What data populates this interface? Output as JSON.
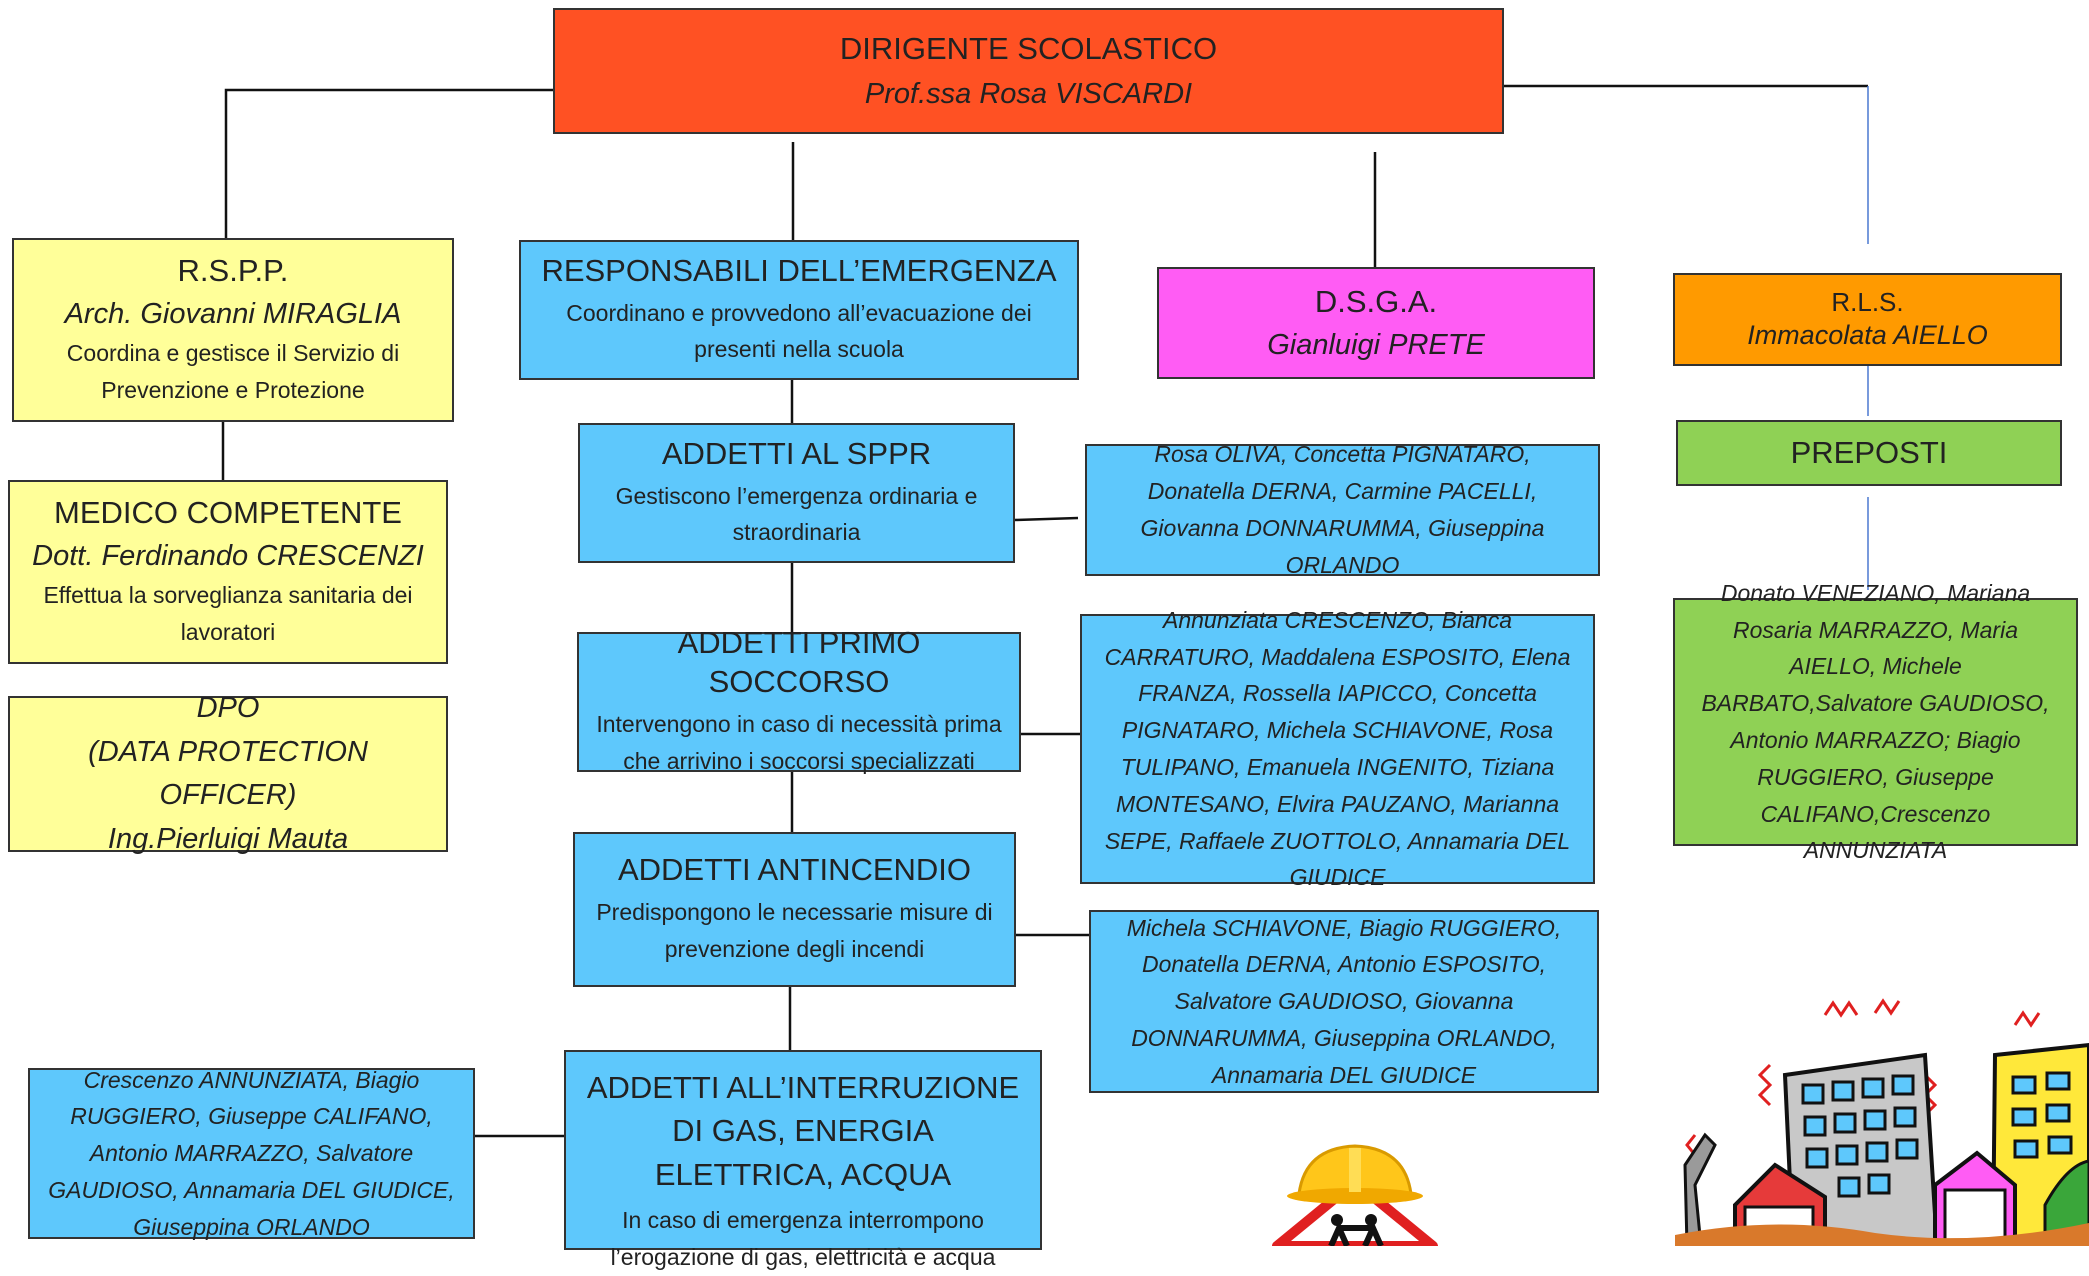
{
  "dirigente": {
    "title": "DIRIGENTE SCOLASTICO",
    "name": "Prof.ssa Rosa VISCARDI"
  },
  "rspp": {
    "title": "R.S.P.P.",
    "name": "Arch. Giovanni MIRAGLIA",
    "desc": "Coordina e gestisce il Servizio di Prevenzione e Protezione"
  },
  "medico": {
    "title": "MEDICO COMPETENTE",
    "name": "Dott. Ferdinando CRESCENZI",
    "desc": "Effettua la sorveglianza sanitaria dei lavoratori"
  },
  "dpo": {
    "line1": "DPO",
    "line2": "(DATA PROTECTION OFFICER)",
    "line3": "Ing.Pierluigi Mauta"
  },
  "emergenza": {
    "title": "RESPONSABILI DELL’EMERGENZA",
    "desc": "Coordinano e provvedono all’evacuazione dei presenti nella scuola"
  },
  "dsga": {
    "title": "D.S.G.A.",
    "name": "Gianluigi PRETE"
  },
  "rls": {
    "title": "R.L.S.",
    "name": "Immacolata AIELLO"
  },
  "preposti": {
    "title": "PREPOSTI",
    "names": "Donato VENEZIANO, Mariana Rosaria MARRAZZO, Maria AIELLO, Michele BARBATO,Salvatore GAUDIOSO, Antonio MARRAZZO; Biagio RUGGIERO, Giuseppe CALIFANO,Crescenzo ANNUNZIATA"
  },
  "sppr": {
    "title": "ADDETTI AL SPPR",
    "desc": "Gestiscono l’emergenza ordinaria e straordinaria",
    "names": "Rosa OLIVA, Concetta PIGNATARO, Donatella DERNA, Carmine PACELLI, Giovanna DONNARUMMA, Giuseppina ORLANDO"
  },
  "soccorso": {
    "title": "ADDETTI PRIMO SOCCORSO",
    "desc": "Intervengono in caso di necessità prima che arrivino i soccorsi specializzati",
    "names": "Annunziata CRESCENZO, Bianca CARRATURO, Maddalena ESPOSITO, Elena FRANZA, Rossella IAPICCO, Concetta PIGNATARO, Michela SCHIAVONE, Rosa TULIPANO, Emanuela INGENITO, Tiziana MONTESANO, Elvira PAUZANO, Marianna SEPE, Raffaele ZUOTTOLO, Annamaria DEL GIUDICE"
  },
  "antincendio": {
    "title": "ADDETTI ANTINCENDIO",
    "desc": "Predispongono le necessarie misure di prevenzione degli incendi",
    "names": "Michela SCHIAVONE, Biagio RUGGIERO, Donatella DERNA, Antonio ESPOSITO, Salvatore GAUDIOSO, Giovanna DONNARUMMA, Giuseppina ORLANDO, Annamaria DEL GIUDICE"
  },
  "interruzione": {
    "title": "ADDETTI ALL’INTERRUZIONE DI GAS, ENERGIA ELETTRICA, ACQUA",
    "desc": "In caso di emergenza interrompono l’erogazione di gas, elettricità e acqua",
    "names": "Crescenzo ANNUNZIATA, Biagio RUGGIERO, Giuseppe CALIFANO, Antonio MARRAZZO, Salvatore GAUDIOSO, Annamaria DEL GIUDICE, Giuseppina ORLANDO"
  },
  "colors": {
    "red": "#ff5123",
    "yellow": "#ffff99",
    "blue": "#5ec8fc",
    "pink": "#ff5cf4",
    "orange": "#ff9a00",
    "green": "#8fd155"
  },
  "icons": [
    "helmet-warning-icon",
    "earthquake-city-icon"
  ]
}
